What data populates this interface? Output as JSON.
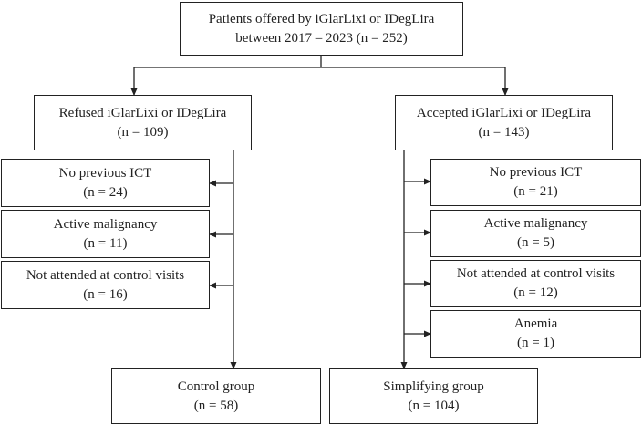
{
  "top": {
    "line1": "Patients offered by iGlarLixi or IDegLira",
    "line2": "between 2017 – 2023 (n = 252)"
  },
  "left": {
    "header": {
      "line1": "Refused iGlarLixi or IDegLira",
      "line2": "(n = 109)"
    },
    "exclusions": [
      {
        "line1": "No previous ICT",
        "line2": "(n = 24)"
      },
      {
        "line1": "Active malignancy",
        "line2": "(n = 11)"
      },
      {
        "line1": "Not attended at control visits",
        "line2": "(n = 16)"
      }
    ],
    "result": {
      "line1": "Control group",
      "line2": "(n = 58)"
    }
  },
  "right": {
    "header": {
      "line1": "Accepted iGlarLixi or IDegLira",
      "line2": "(n = 143)"
    },
    "exclusions": [
      {
        "line1": "No previous ICT",
        "line2": "(n = 21)"
      },
      {
        "line1": "Active malignancy",
        "line2": "(n = 5)"
      },
      {
        "line1": "Not attended at control visits",
        "line2": "(n = 12)"
      },
      {
        "line1": "Anemia",
        "line2": "(n = 1)"
      }
    ],
    "result": {
      "line1": "Simplifying group",
      "line2": "(n = 104)"
    }
  }
}
